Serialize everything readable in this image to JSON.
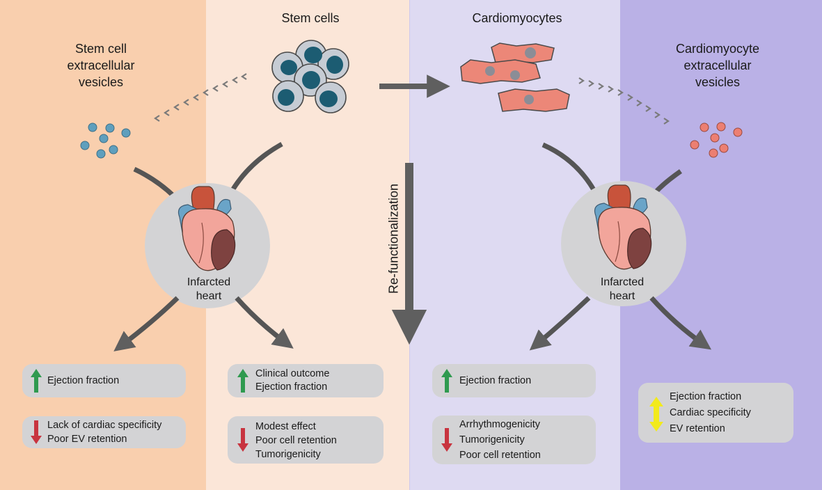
{
  "columns": {
    "stem_cells": "Stem cells",
    "cardiomyocytes": "Cardiomyocytes"
  },
  "side_titles": {
    "stem_cell_ev": [
      "Stem cell",
      "extracellular",
      "vesicles"
    ],
    "cardiomyocyte_ev": [
      "Cardiomyocyte",
      "extracellular",
      "vesicles"
    ]
  },
  "refunctionalization": "Re-functionalization",
  "heart_label": [
    "Infarcted",
    "heart"
  ],
  "outcomes": {
    "stem_ev_up": [
      "Ejection fraction"
    ],
    "stem_ev_down": [
      "Lack of cardiac specificity",
      "Poor EV retention"
    ],
    "stem_cells_up": [
      "Clinical outcome",
      "Ejection fraction"
    ],
    "stem_cells_down": [
      "Modest effect",
      "Poor cell retention",
      "Tumorigenicity"
    ],
    "cm_up": [
      "Ejection fraction"
    ],
    "cm_down": [
      "Arrhythmogenicity",
      "Tumorigenicity",
      "Poor cell retention"
    ],
    "cm_ev_neutral": [
      "Ejection fraction",
      "Cardiac specificity",
      "EV retention"
    ]
  },
  "colors": {
    "panel_stem_ev": "#f9cfae",
    "panel_stem_cells": "#fbe6d8",
    "panel_cardiomyocytes": "#dedaf2",
    "panel_cm_ev": "#bab1e6",
    "arrow_gray": "#5f5f5f",
    "up_green": "#2f9a4f",
    "down_red": "#c8343f",
    "neutral_yellow": "#f2ea1c",
    "stem_vesicle": "#5f9fbd",
    "cm_vesicle": "#ec7f72"
  }
}
